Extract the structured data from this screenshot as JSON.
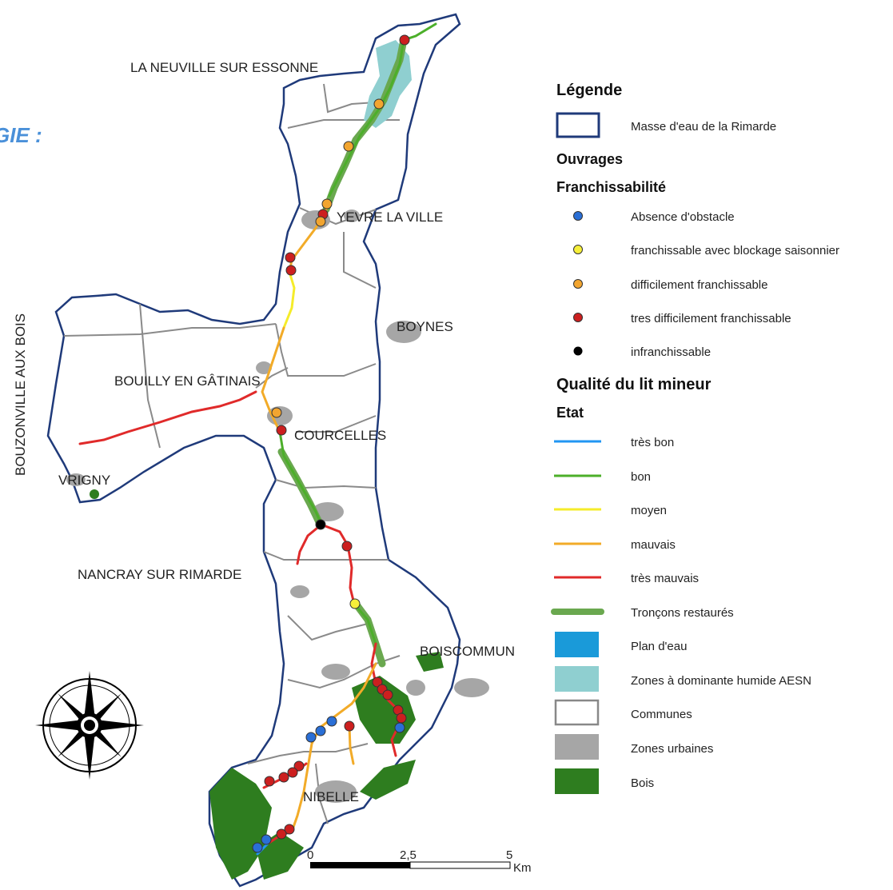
{
  "heading_fragment": "GIE :",
  "colors": {
    "masse_eau": "#1f3a7a",
    "absence": "#2a6fd6",
    "franchissable_saison": "#f6ef3a",
    "difficilement": "#f2a530",
    "tres_difficilement": "#cc1f1f",
    "infranchissable": "#000000",
    "tres_bon": "#2196f3",
    "bon": "#4caf2a",
    "moyen": "#f5ec2a",
    "mauvais": "#f2ab28",
    "tres_mauvais": "#e02a2a",
    "restaures": "#6aa84f",
    "plan_eau": "#1a9ad9",
    "zones_humides": "#8fcfd0",
    "communes": "#888888",
    "zones_urbaines": "#a6a6a6",
    "bois": "#2e7d1f"
  },
  "communes": [
    "LA NEUVILLE SUR ESSONNE",
    "YEVRE LA VILLE",
    "BOYNES",
    "BOUILLY EN GÂTINAIS",
    "COURCELLES",
    "BOUZONVILLE AUX BOIS",
    "VRIGNY",
    "NANCRAY SUR RIMARDE",
    "BOISCOMMUN",
    "NIBELLE"
  ],
  "legend": {
    "title": "Légende",
    "masse_eau": "Masse d'eau de la Rimarde",
    "ouvrages_title": "Ouvrages",
    "franchissabilite_title": "Franchissabilité",
    "franchissabilite": [
      "Absence d'obstacle",
      "franchissable avec blockage saisonnier",
      "difficilement franchissable",
      "tres difficilement franchissable",
      "infranchissable"
    ],
    "qualite_title": "Qualité du lit mineur",
    "etat_title": "Etat",
    "etat": [
      "très bon",
      "bon",
      "moyen",
      "mauvais",
      "très mauvais",
      "Tronçons restaurés",
      "Plan d'eau",
      "Zones à dominante humide AESN",
      "Communes",
      "Zones urbaines",
      "Bois"
    ]
  },
  "scale": {
    "ticks": [
      "0",
      "2,5",
      "5"
    ],
    "unit": "Km"
  }
}
